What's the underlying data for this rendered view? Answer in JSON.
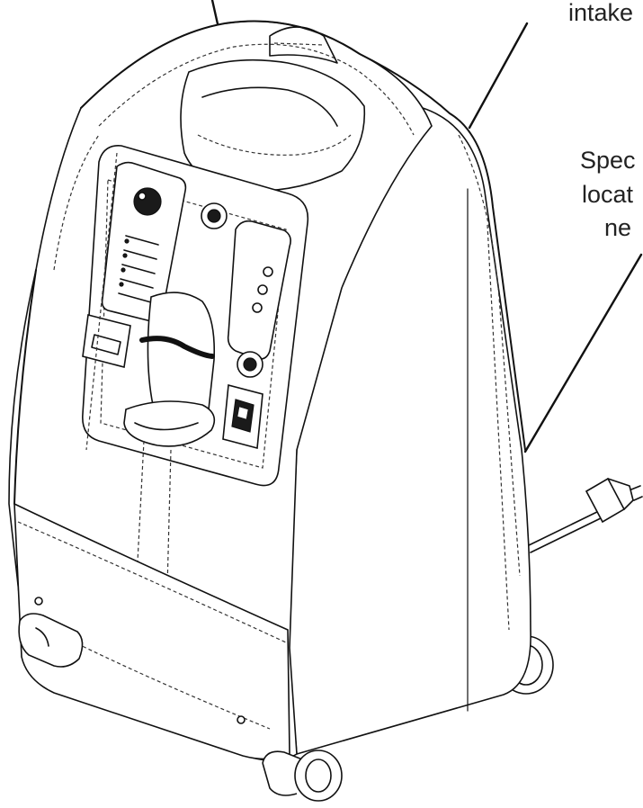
{
  "labels": {
    "intake": "intake",
    "spec_line1": "Spec",
    "spec_line2": "locat",
    "spec_line3": "ne"
  },
  "icons": {
    "device": "oxygen-concentrator-illustration",
    "plug": "power-plug-icon"
  },
  "colors": {
    "line": "#111111",
    "background": "#ffffff",
    "text": "#222222"
  }
}
